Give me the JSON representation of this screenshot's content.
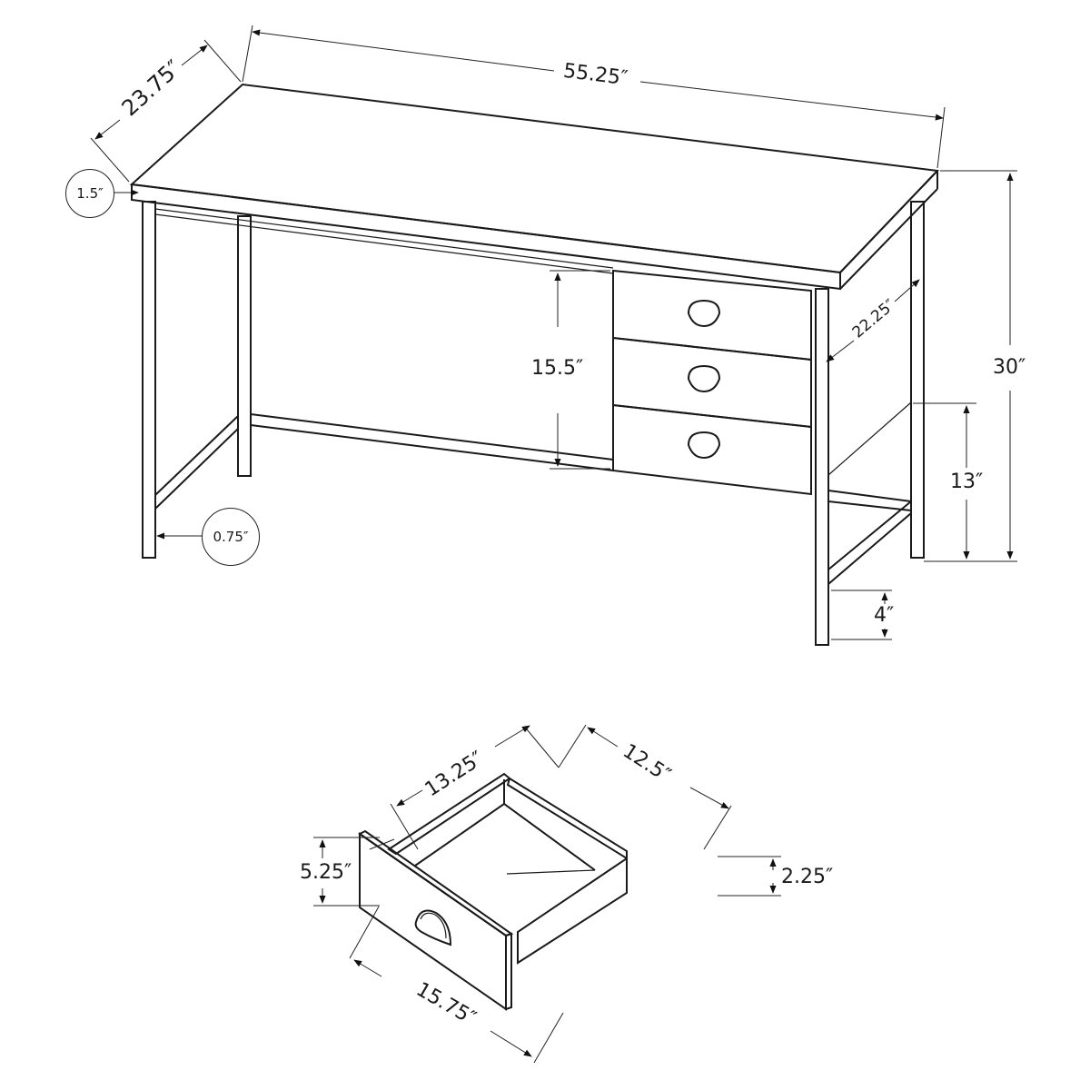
{
  "desk": {
    "width": "55.25″",
    "depth": "23.75″",
    "top_thickness": "1.5″",
    "leg_width": "0.75″",
    "drawer_stack_height": "15.5″",
    "side_depth": "22.25″",
    "total_height": "30″",
    "shelf_height": "13″",
    "bottom_clearance": "4″"
  },
  "drawer": {
    "box_depth": "13.25″",
    "box_width": "12.5″",
    "front_height": "5.25″",
    "side_height": "2.25″",
    "front_width": "15.75″"
  },
  "colors": {
    "line": "#1a1a1a",
    "background": "#ffffff"
  }
}
